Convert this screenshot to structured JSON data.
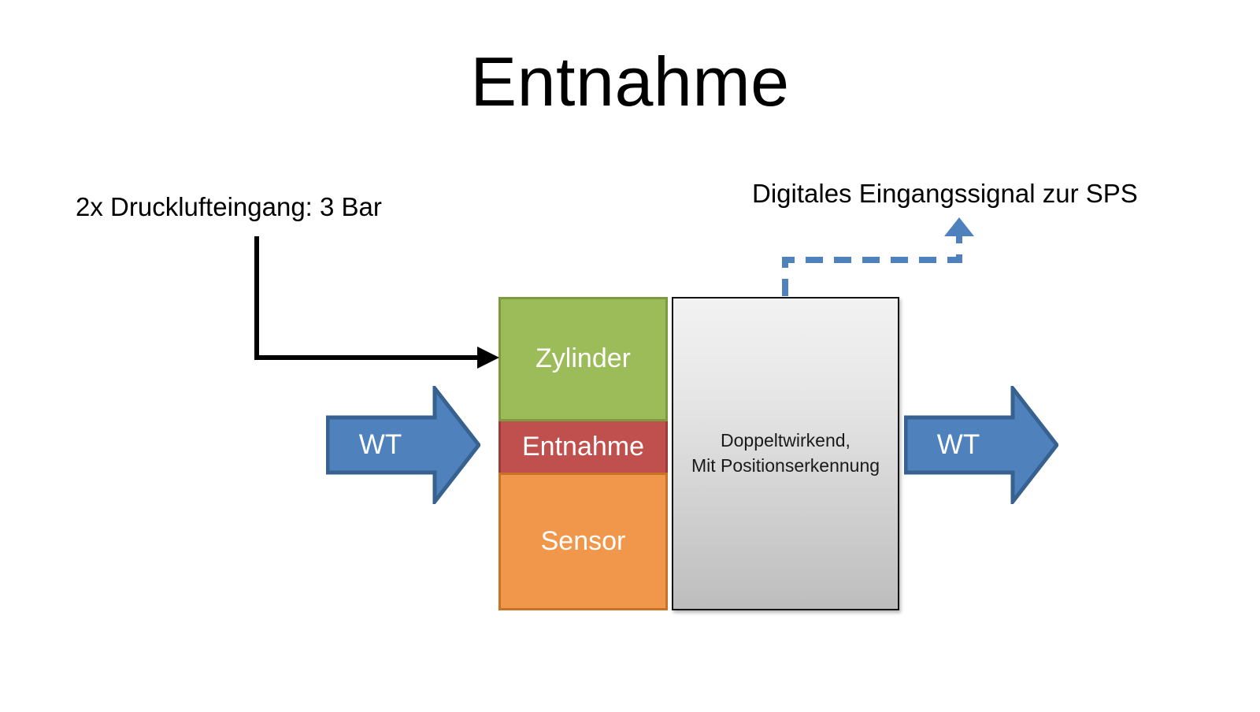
{
  "slide": {
    "title": "Entnahme",
    "background_color": "#FFFFFF"
  },
  "labels": {
    "air_inlet": "2x Drucklufteingang: 3 Bar",
    "digital_signal": "Digitales Eingangssignal zur SPS"
  },
  "modules": [
    {
      "name": "zylinder",
      "label": "Zylinder",
      "fill": "#9CBB59",
      "border": "#7D9B3E",
      "text_color": "#FFFFFF"
    },
    {
      "name": "entnahme",
      "label": "Entnahme",
      "fill": "#C0504D",
      "border": "#9E3A38",
      "text_color": "#FFFFFF"
    },
    {
      "name": "sensor",
      "label": "Sensor",
      "fill": "#F0974B",
      "border": "#C87223",
      "text_color": "#FFFFFF"
    }
  ],
  "detail_box": {
    "text": "Doppeltwirkend,\nMit Positionserkennung",
    "fill_top": "#F2F2F2",
    "fill_bottom": "#BDBDBD",
    "border": "#141414"
  },
  "flow_arrows": {
    "left": {
      "label": "WT",
      "fill": "#4F81BD",
      "border": "#37618E"
    },
    "right": {
      "label": "WT",
      "fill": "#4F81BD",
      "border": "#37618E"
    }
  },
  "connectors": {
    "air_inlet_line": {
      "color": "#000000",
      "style": "solid",
      "width": 6
    },
    "signal_line": {
      "color": "#4F81BD",
      "style": "dashed",
      "width": 8
    }
  }
}
